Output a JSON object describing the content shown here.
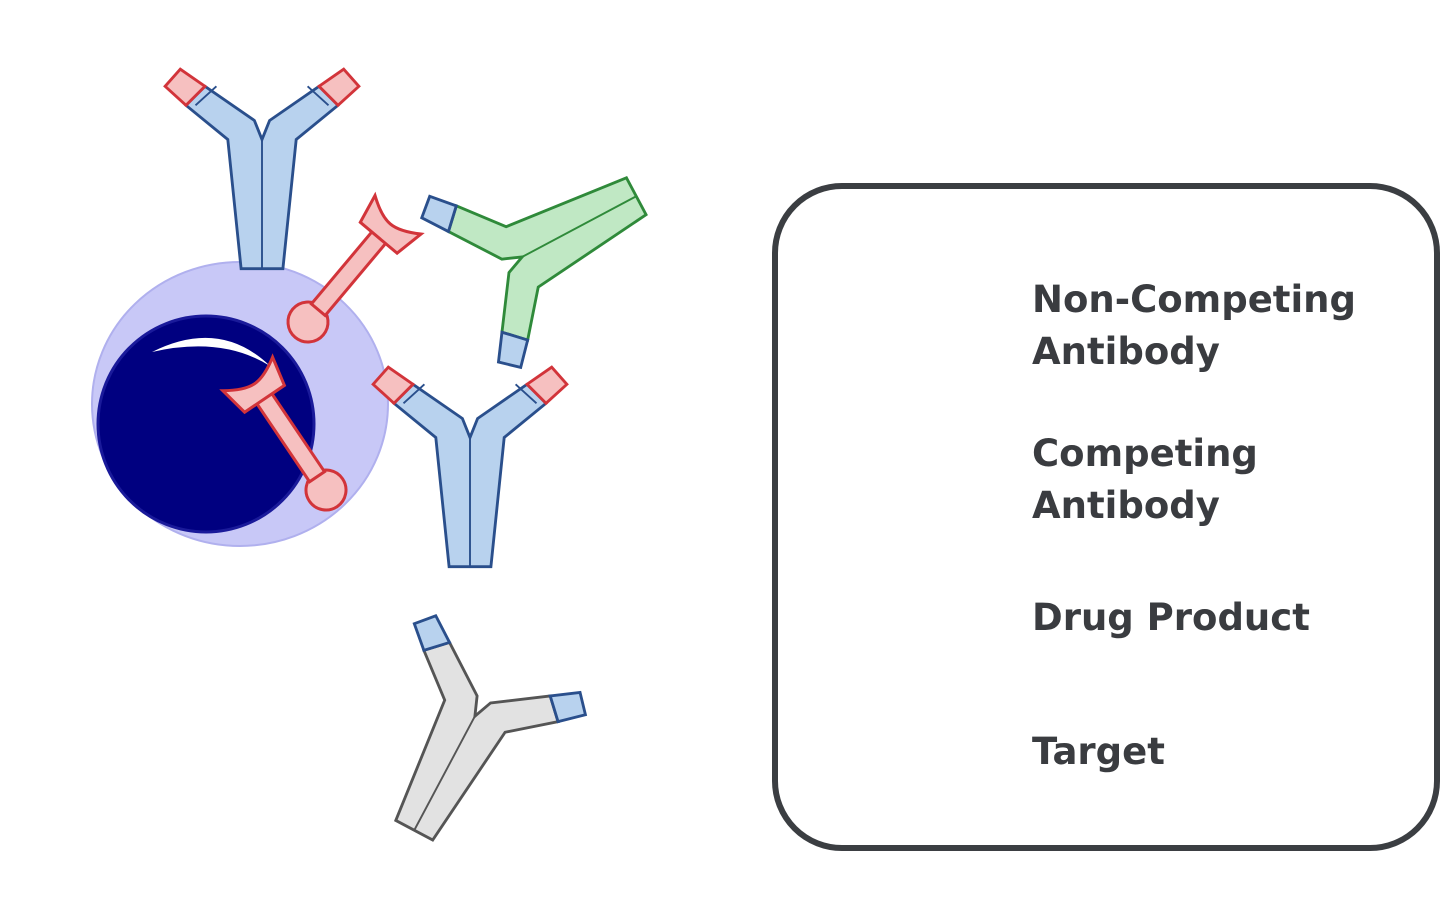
{
  "colors": {
    "heavy_blue": "#b8d2ee",
    "heavy_blue_stroke": "#2a4f8c",
    "red_fill": "#f6c0c0",
    "red_stroke": "#d2343a",
    "green_fill": "#c0e8c4",
    "green_stroke": "#2f8a3a",
    "gray_fill": "#e2e2e2",
    "gray_stroke": "#555555",
    "cell_halo": "#c8c8f7",
    "cell_nucleus": "#000080",
    "box_border": "#3b3e42",
    "text": "#3a3c40"
  },
  "legend": {
    "items": [
      {
        "key": "non_competing",
        "line1": "Non-Competing",
        "line2": "Antibody",
        "icon": "non-competing-antibody-icon"
      },
      {
        "key": "competing",
        "line1": "Competing",
        "line2": "Antibody",
        "icon": "competing-antibody-icon"
      },
      {
        "key": "drug",
        "line1": "Drug Product",
        "line2": "",
        "icon": "drug-product-icon"
      },
      {
        "key": "target",
        "line1": "Target",
        "line2": "",
        "icon": "target-icon"
      }
    ]
  }
}
